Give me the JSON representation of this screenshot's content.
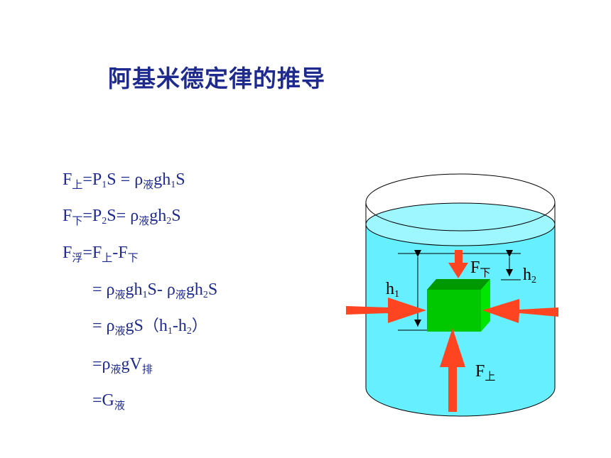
{
  "title": "阿基米德定律的推导",
  "symbols": {
    "F": "F",
    "P": "P",
    "S": "S",
    "g": "g",
    "h": "h",
    "V": "V",
    "G": "G",
    "rho": "ρ",
    "eq": "=",
    "minus": "-",
    "space": " ",
    "one": "1",
    "two": "2",
    "up": "上",
    "down": "下",
    "fu": "浮",
    "ye": "液",
    "pai": "排",
    "lparen": "（",
    "rparen": "）"
  },
  "diagram": {
    "label_f_up": "F上",
    "label_f_down": "F下",
    "label_h1": "h1",
    "label_h2": "h2"
  },
  "colors": {
    "title": "#1f2a8f",
    "text": "#1f2a8f",
    "water": "#66f0ff",
    "water_surface": "#9ef6ff",
    "cube_front": "#00c800",
    "cube_top": "#009a00",
    "cube_side": "#00e600",
    "arrow": "#ff4422"
  }
}
